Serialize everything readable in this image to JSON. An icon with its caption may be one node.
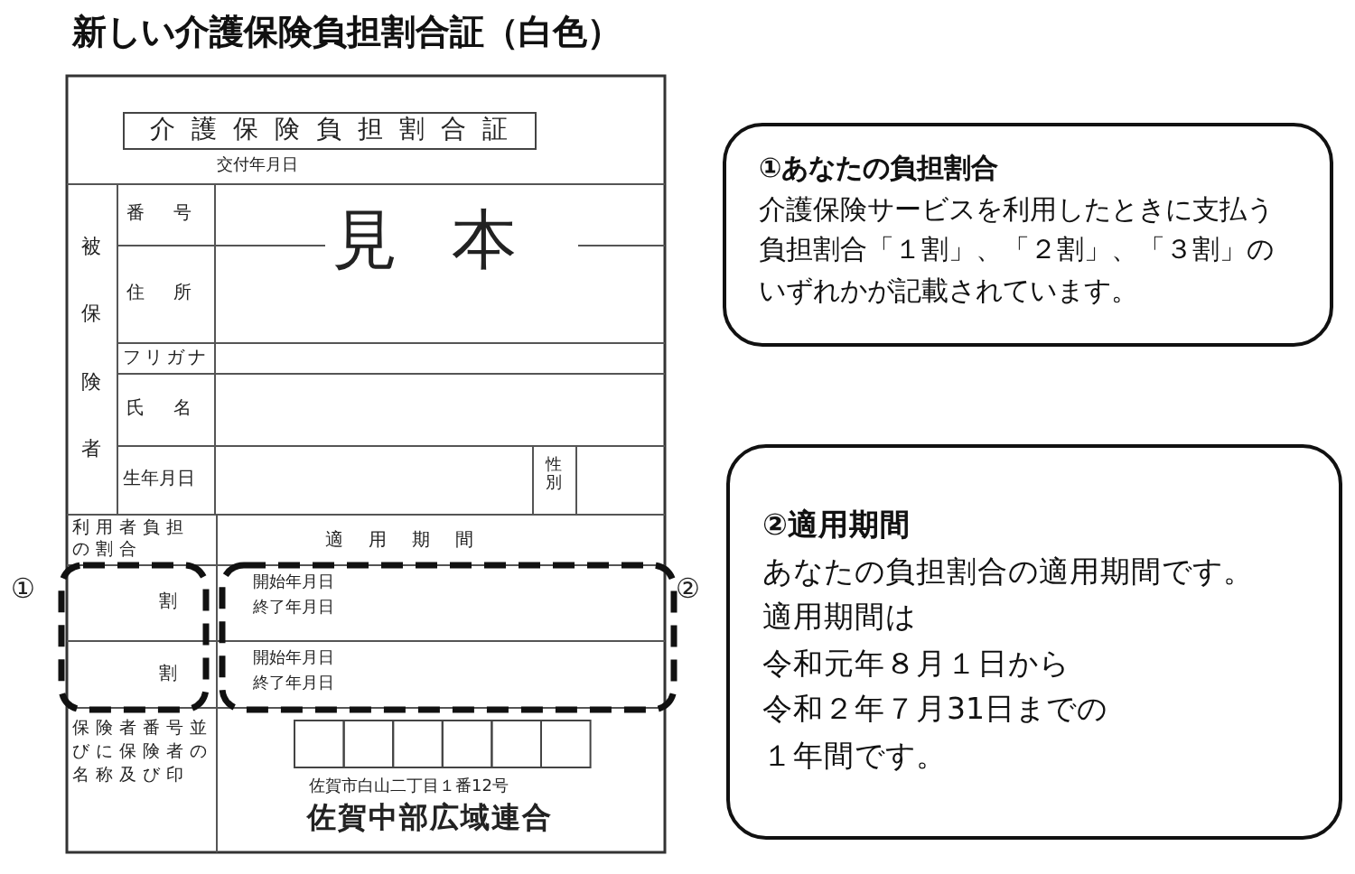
{
  "diagram": {
    "title": "新しい介護保険負担割合証（白色）",
    "nodes": [
      {
        "text": [
          "①あなたの負担割合",
          "介護保険サービスを利用したときに支払う負担割合「１割」、「２割」、「３割」のいずれかが記載されています。"
        ]
      },
      {
        "text": [
          "②適用期間",
          "あなたの負担割合の適用期間です。",
          "適用期間は",
          "令和元年８月１日から",
          "令和２年７月31日までの",
          "１年間です。"
        ]
      }
    ],
    "labels": [
      "介護保険負担割合証",
      "交付年月日",
      "被保険者",
      "番号",
      "住所",
      "見本",
      "フリガナ",
      "氏名",
      "生年月日",
      "性別",
      "利用者負担の割合",
      "適用期間",
      "①",
      "割",
      "開始年月日",
      "終了年月日",
      "②",
      "割",
      "開始年月日",
      "終了年月日",
      "保険者番号並びに保険者の名称及び印",
      "佐賀市白山二丁目１番12号",
      "佐賀中部広域連合"
    ]
  }
}
